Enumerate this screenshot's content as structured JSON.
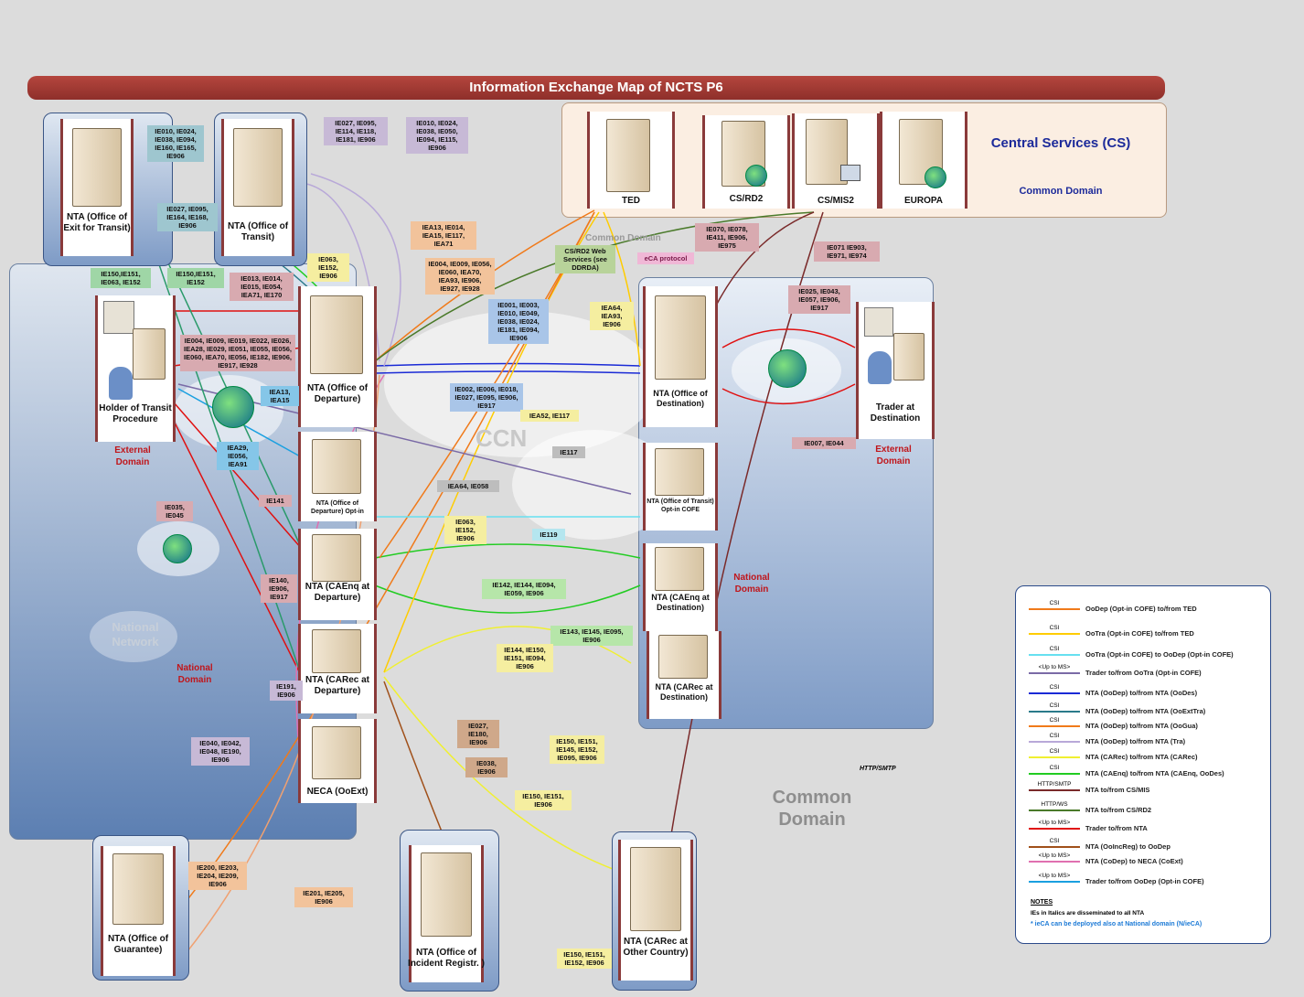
{
  "title": "Information Exchange Map of NCTS P6",
  "central_services": {
    "title": "Central Services (CS)",
    "subtitle": "Common Domain",
    "nodes": [
      "TED",
      "CS/RD2",
      "CS/MIS2",
      "EUROPA"
    ]
  },
  "common_domain_small": "Common Domain",
  "ccn": "CCN",
  "ws_note": "CS/RD2 Web Services (see DDRDA)",
  "eca": "eCA protocol",
  "nodes": {
    "exit": "NTA (Office of Exit for Transit)",
    "transit": "NTA (Office of Transit)",
    "holder": "Holder of Transit Procedure",
    "departure": "NTA (Office of Departure)",
    "departure_optin": "NTA (Office of Departure) Opt-in",
    "caenq_dep": "NTA (CAEnq at Departure)",
    "carec_dep": "NTA (CARec at Departure)",
    "neca": "NECA (OoExt)",
    "guarantee": "NTA (Office of Guarantee)",
    "incident": "NTA (Office of Incident Registr. )",
    "carec_other": "NTA (CARec at Other Country)",
    "destination": "NTA (Office of Destination)",
    "transit_optin": "NTA (Office of Transit) Opt-in COFE",
    "caenq_dest": "NTA (CAEnq at Destination)",
    "carec_dest": "NTA (CARec at Destination)",
    "trader_dest": "Trader at Destination"
  },
  "domains": {
    "external_left": "External Domain",
    "external_right": "External Domain",
    "national_left": "National Domain",
    "national_right": "National Domain",
    "national_network": "National Network",
    "common": "Common Domain",
    "http_smtp": "HTTP/SMTP"
  },
  "tags": {
    "t1": "IE010, IE024, IE038, IE094, IE160, IE165, IE906",
    "t2": "IE027, IE095, IE164, IE168, IE906",
    "t3": "IE027, IE095, IE114, IE118, IE181, IE906",
    "t4": "IE010, IE024, IE038, IE050, IE094, IE115, IE906",
    "t5": "IE150,IE151, IE063, IE152",
    "t6": "IE150,IE151, IE152",
    "t7": "IE063, IE152, IE906",
    "t8": "IE013, IE014, IE015, IE054, IEA71, IE170",
    "t9": "IE004, IE009, IE019, IE022, IE026, IEA28, IE029, IE051, IE055, IE056, IE060, IEA70, IE056, IE182, IE906, IE917, IE928",
    "t10": "IEA13, IE014, IEA15, IE117, IEA71",
    "t11": "IE004, IE009, IE056, IE060, IEA70, IEA93, IE906, IE927, IE928",
    "t12": "IE001, IE003, IE010, IE049, IE038, IE024, IE181, IE094, IE906",
    "t13": "IEA64, IEA93, IE906",
    "t14": "IE070, IE078, IE411, IE906, IE975",
    "t15": "IE071 IE903, IE971, IE974",
    "t16": "IE025, IE043, IE057, IE906, IE917",
    "t17": "IE002, IE006, IE018, IE027, IE095, IE906, IE917",
    "t18": "IEA52, IE117",
    "t19": "IE117",
    "t20": "IEA13, IEA15",
    "t21": "IEA29, IE056, IEA91",
    "t22": "IEA64, IE058",
    "t23": "IE007, IE044",
    "t24": "IE035, IE045",
    "t25": "IE141",
    "t26": "IE063, IE152, IE906",
    "t27": "IE119",
    "t28": "IE142, IE144, IE094, IE059, IE906",
    "t29": "IE140, IE906, IE917",
    "t30": "IE143, IE145, IE095, IE906",
    "t31": "IE144, IE150, IE151, IE094, IE906",
    "t32": "IE191, IE906",
    "t33": "IE027, IE180, IE906",
    "t34": "IE040, IE042, IE048, IE190, IE906",
    "t35": "IE038, IE906",
    "t36": "IE150, IE151, IE145, IE152, IE095, IE906",
    "t37": "IE150, IE151, IE906",
    "t38": "IE200, IE203, IE204, IE209, IE906",
    "t39": "IE201, IE205, IE906",
    "t40": "IE150, IE151, IE152, IE906"
  },
  "legend": {
    "rows": [
      {
        "kind": "CSI",
        "color": "#f07a1a",
        "text": "OoDep (Opt-in COFE) to/from TED"
      },
      {
        "kind": "CSI",
        "color": "#ffcc00",
        "text": "OoTra (Opt-in COFE) to/from TED"
      },
      {
        "kind": "CSI",
        "color": "#66e0f0",
        "text": "OoTra (Opt-in COFE) to OoDep (Opt-in COFE)"
      },
      {
        "kind": "<Up to MS>",
        "color": "#7a6aa6",
        "text": "Trader to/from OoTra (Opt-in COFE)"
      },
      {
        "kind": "CSI",
        "color": "#1a2ad6",
        "text": "NTA (OoDep) to/from NTA (OoDes)"
      },
      {
        "kind": "CSI",
        "color": "#2a7a8a",
        "text": "NTA (OoDep) to/from NTA (OoExtTra)"
      },
      {
        "kind": "CSI",
        "color": "#f07a1a",
        "text": "NTA (OoDep) to/from NTA (OoGua)"
      },
      {
        "kind": "CSI",
        "color": "#b8a8d8",
        "text": "NTA (OoDep) to/from NTA (Tra)"
      },
      {
        "kind": "CSI",
        "color": "#f0f030",
        "text": "NTA (CARec) to/from NTA (CARec)"
      },
      {
        "kind": "CSI",
        "color": "#22cc22",
        "text": "NTA (CAEnq) to/from NTA (CAEnq, OoDes)"
      },
      {
        "kind": "HTTP/SMTP",
        "color": "#7a2a2a",
        "text": "NTA to/from CS/MIS"
      },
      {
        "kind": "HTTP/WS",
        "color": "#4a7a2a",
        "text": "NTA to/from CS/RD2"
      },
      {
        "kind": "<Up to MS>",
        "color": "#e01010",
        "text": "Trader to/from NTA"
      },
      {
        "kind": "CSI",
        "color": "#a0501a",
        "text": "NTA (OoIncReg) to OoDep"
      },
      {
        "kind": "<Up to MS>",
        "color": "#e070b0",
        "text": "NTA (CoDep) to NECA (CoExt)"
      },
      {
        "kind": "<Up to MS>",
        "color": "#1aa0e0",
        "text": "Trader to/from OoDep (Opt-in COFE)"
      }
    ],
    "notes_title": "NOTES",
    "note1": "IEs in Italics are disseminated to all NTA",
    "note2": "* ieCA can be deployed also at National domain (N/ieCA)"
  }
}
